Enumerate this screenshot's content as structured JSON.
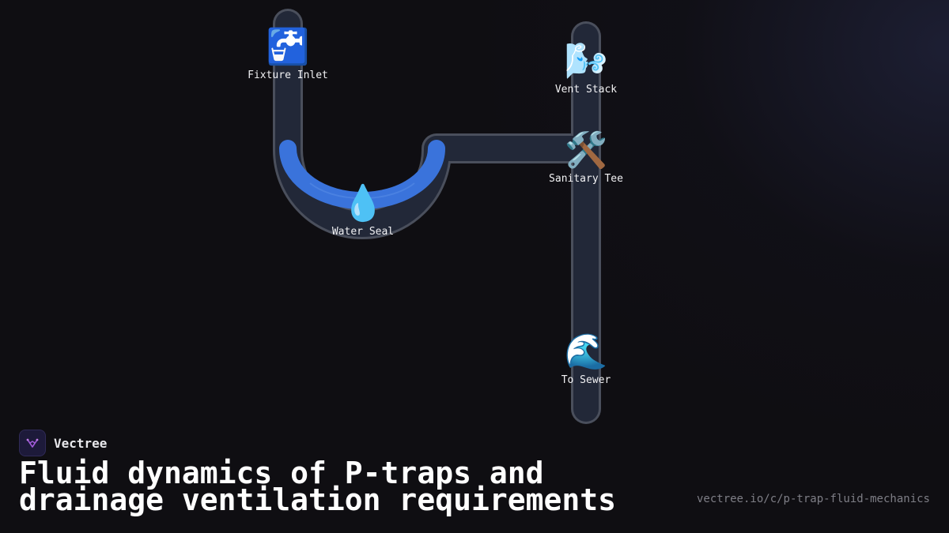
{
  "diagram": {
    "nodes": [
      {
        "id": "fixture-inlet",
        "icon": "faucet-icon",
        "emoji": "🚰",
        "label": "Fixture Inlet"
      },
      {
        "id": "water-seal",
        "icon": "droplet-icon",
        "emoji": "💧",
        "label": "Water Seal"
      },
      {
        "id": "vent-stack",
        "icon": "wind-icon",
        "emoji": "🌬️",
        "label": "Vent Stack"
      },
      {
        "id": "sanitary-tee",
        "icon": "tools-icon",
        "emoji": "🛠️",
        "label": "Sanitary Tee"
      },
      {
        "id": "to-sewer",
        "icon": "wave-icon",
        "emoji": "🌊",
        "label": "To Sewer"
      }
    ],
    "colors": {
      "pipe_fill": "#222838",
      "pipe_stroke": "#4a4f5c",
      "water": "#3a73db"
    }
  },
  "brand": {
    "name": "Vectree",
    "logo_icon": "vectree-logo-icon"
  },
  "title": "Fluid dynamics of P-traps and drainage ventilation requirements",
  "url": "vectree.io/c/p-trap-fluid-mechanics"
}
